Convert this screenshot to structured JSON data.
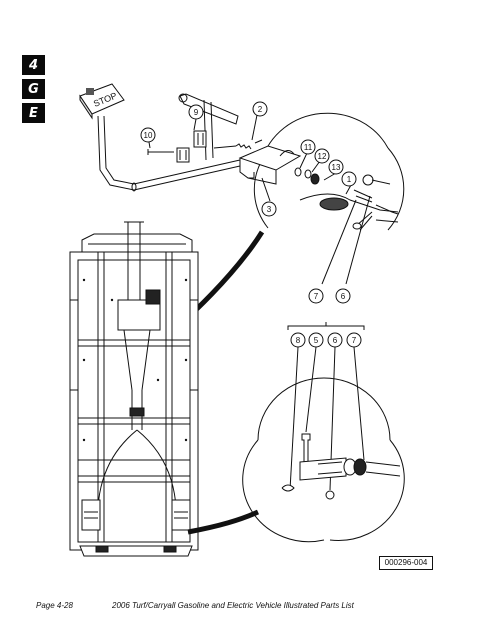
{
  "section_tabs": [
    "4",
    "G",
    "E"
  ],
  "callouts": {
    "c1": "1",
    "c2": "2",
    "c3": "3",
    "c6": "6",
    "c7": "7",
    "c9": "9",
    "c10": "10",
    "c11": "11",
    "c12": "12",
    "c13": "13",
    "d8": "8",
    "d5": "5",
    "d6": "6",
    "d7": "7"
  },
  "stop_pedal_label": "STOP",
  "figure_id": "000296-004",
  "footer": {
    "page": "Page 4-28",
    "title": "2006 Turf/Carryall Gasoline and Electric Vehicle Illustrated Parts List"
  }
}
